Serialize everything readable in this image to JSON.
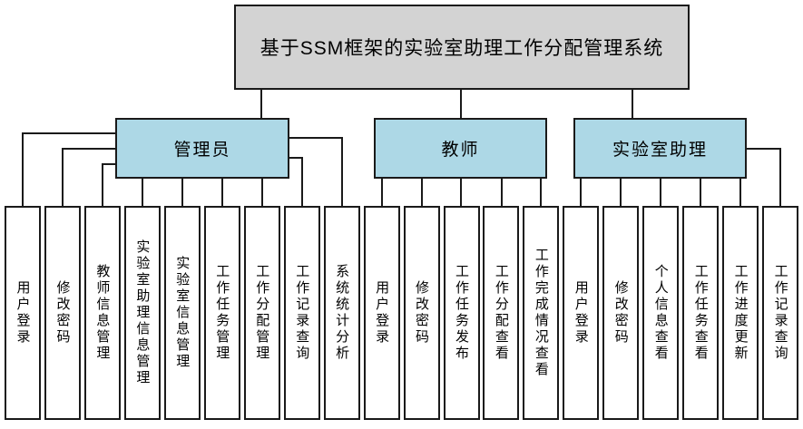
{
  "title": "基于SSM框架的实验室助理工作分配管理系统",
  "colors": {
    "root_box_fill": "#d3d3d3",
    "group_box_fill": "#add8e6",
    "child_box_fill": "#ffffff",
    "line": "#1a1a1a"
  },
  "groups": [
    {
      "label": "管理员",
      "children": [
        "用户登录",
        "修改密码",
        "教师信息管理",
        "实验室助理信息管理",
        "实验室信息管理",
        "工作任务管理",
        "工作分配管理",
        "工作记录查询",
        "系统统计分析"
      ]
    },
    {
      "label": "教师",
      "children": [
        "用户登录",
        "修改密码",
        "工作任务发布",
        "工作分配查看",
        "工作完成情况查看"
      ]
    },
    {
      "label": "实验室助理",
      "children": [
        "用户登录",
        "修改密码",
        "个人信息查看",
        "工作任务查看",
        "工作进度更新",
        "工作记录查询"
      ]
    }
  ]
}
